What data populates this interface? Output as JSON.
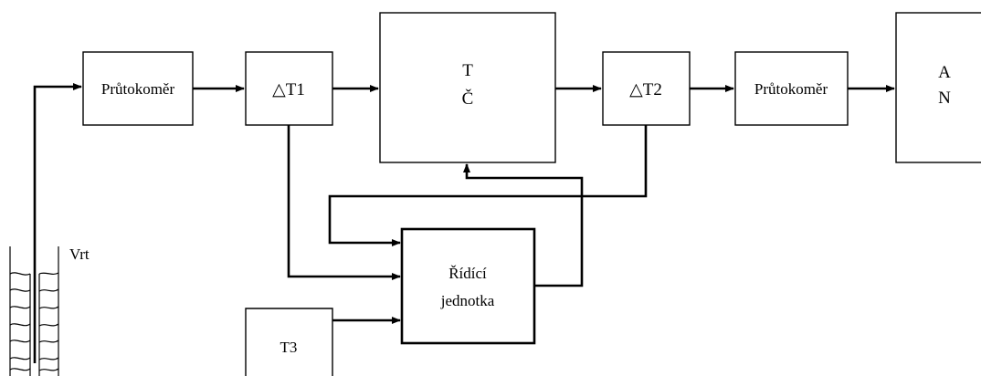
{
  "blocks": {
    "flowmeter_1": "Průtokoměr",
    "delta_t1": "△T1",
    "tc_line1": "T",
    "tc_line2": "Č",
    "delta_t2": "△T2",
    "flowmeter_2": "Průtokoměr",
    "an_line1": "A",
    "an_line2": "N",
    "control_line1": "Řídící",
    "control_line2": "jednotka",
    "t3": "T3"
  },
  "well": {
    "label": "Vrt"
  }
}
